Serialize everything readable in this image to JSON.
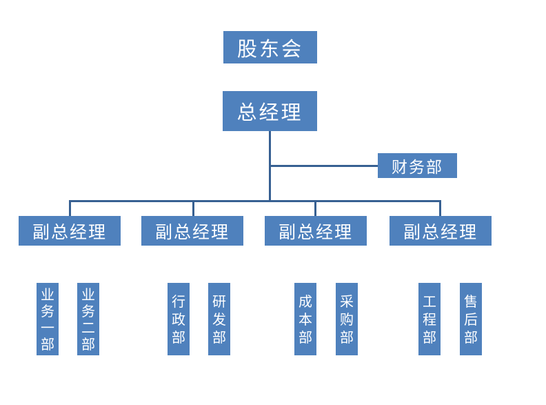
{
  "colors": {
    "background": "#ffffff",
    "box_fill": "#4F81BD",
    "connector_line": "#376092",
    "box_text": "#ffffff"
  },
  "org": {
    "shareholders": {
      "label": "股东会"
    },
    "general_manager": {
      "label": "总经理"
    },
    "finance": {
      "label": "财务部"
    },
    "deputies": [
      {
        "label": "副总经理"
      },
      {
        "label": "副总经理"
      },
      {
        "label": "副总经理"
      },
      {
        "label": "副总经理"
      }
    ],
    "departments": [
      {
        "label": "业务一部"
      },
      {
        "label": "业务二部"
      },
      {
        "label": "行政部"
      },
      {
        "label": "研发部"
      },
      {
        "label": "成本部"
      },
      {
        "label": "采购部"
      },
      {
        "label": "工程部"
      },
      {
        "label": "售后部"
      }
    ]
  }
}
